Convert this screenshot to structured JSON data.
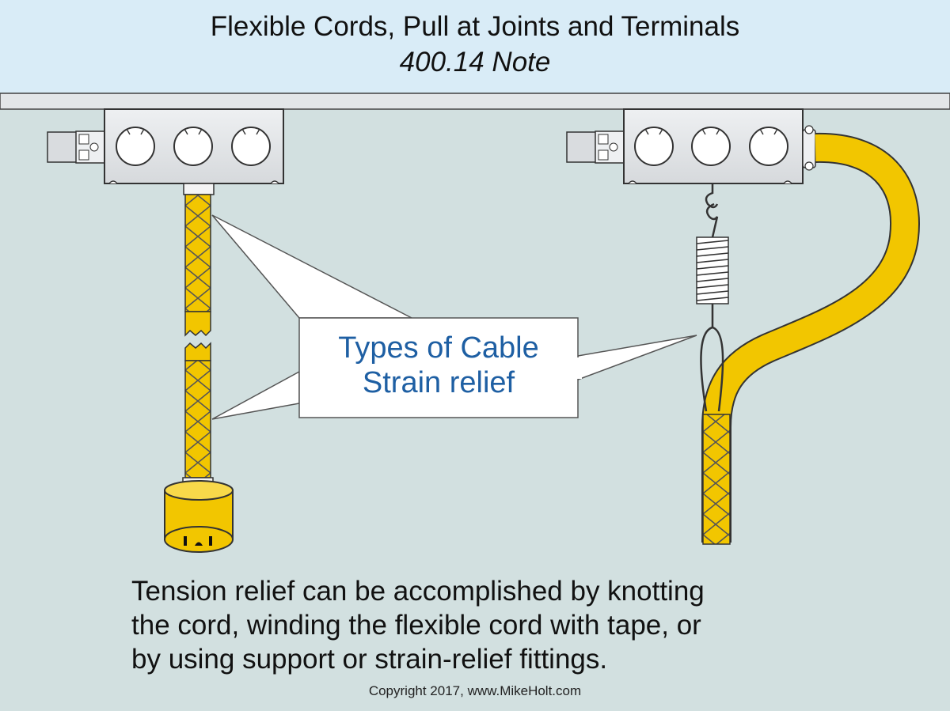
{
  "header": {
    "title": "Flexible Cords, Pull at Joints and Terminals",
    "subtitle": "400.14 Note"
  },
  "callout": {
    "line1": "Types of Cable",
    "line2": "Strain relief"
  },
  "caption": {
    "line1": "Tension relief can be accomplished by knotting",
    "line2": "the cord, winding the flexible cord with tape, or",
    "line3": "by using support or strain-relief fittings."
  },
  "copyright": "Copyright 2017, www.MikeHolt.com",
  "colors": {
    "header_bg": "#d9ecf7",
    "background": "#d2e0e0",
    "cord_yellow": "#f2c600",
    "callout_text": "#1e5fa3",
    "box_gray": "#e3e6e8"
  },
  "icons": {
    "left_box": "junction-box-icon",
    "right_box": "junction-box-icon",
    "receptacle": "receptacle-icon",
    "spring": "spring-icon"
  }
}
